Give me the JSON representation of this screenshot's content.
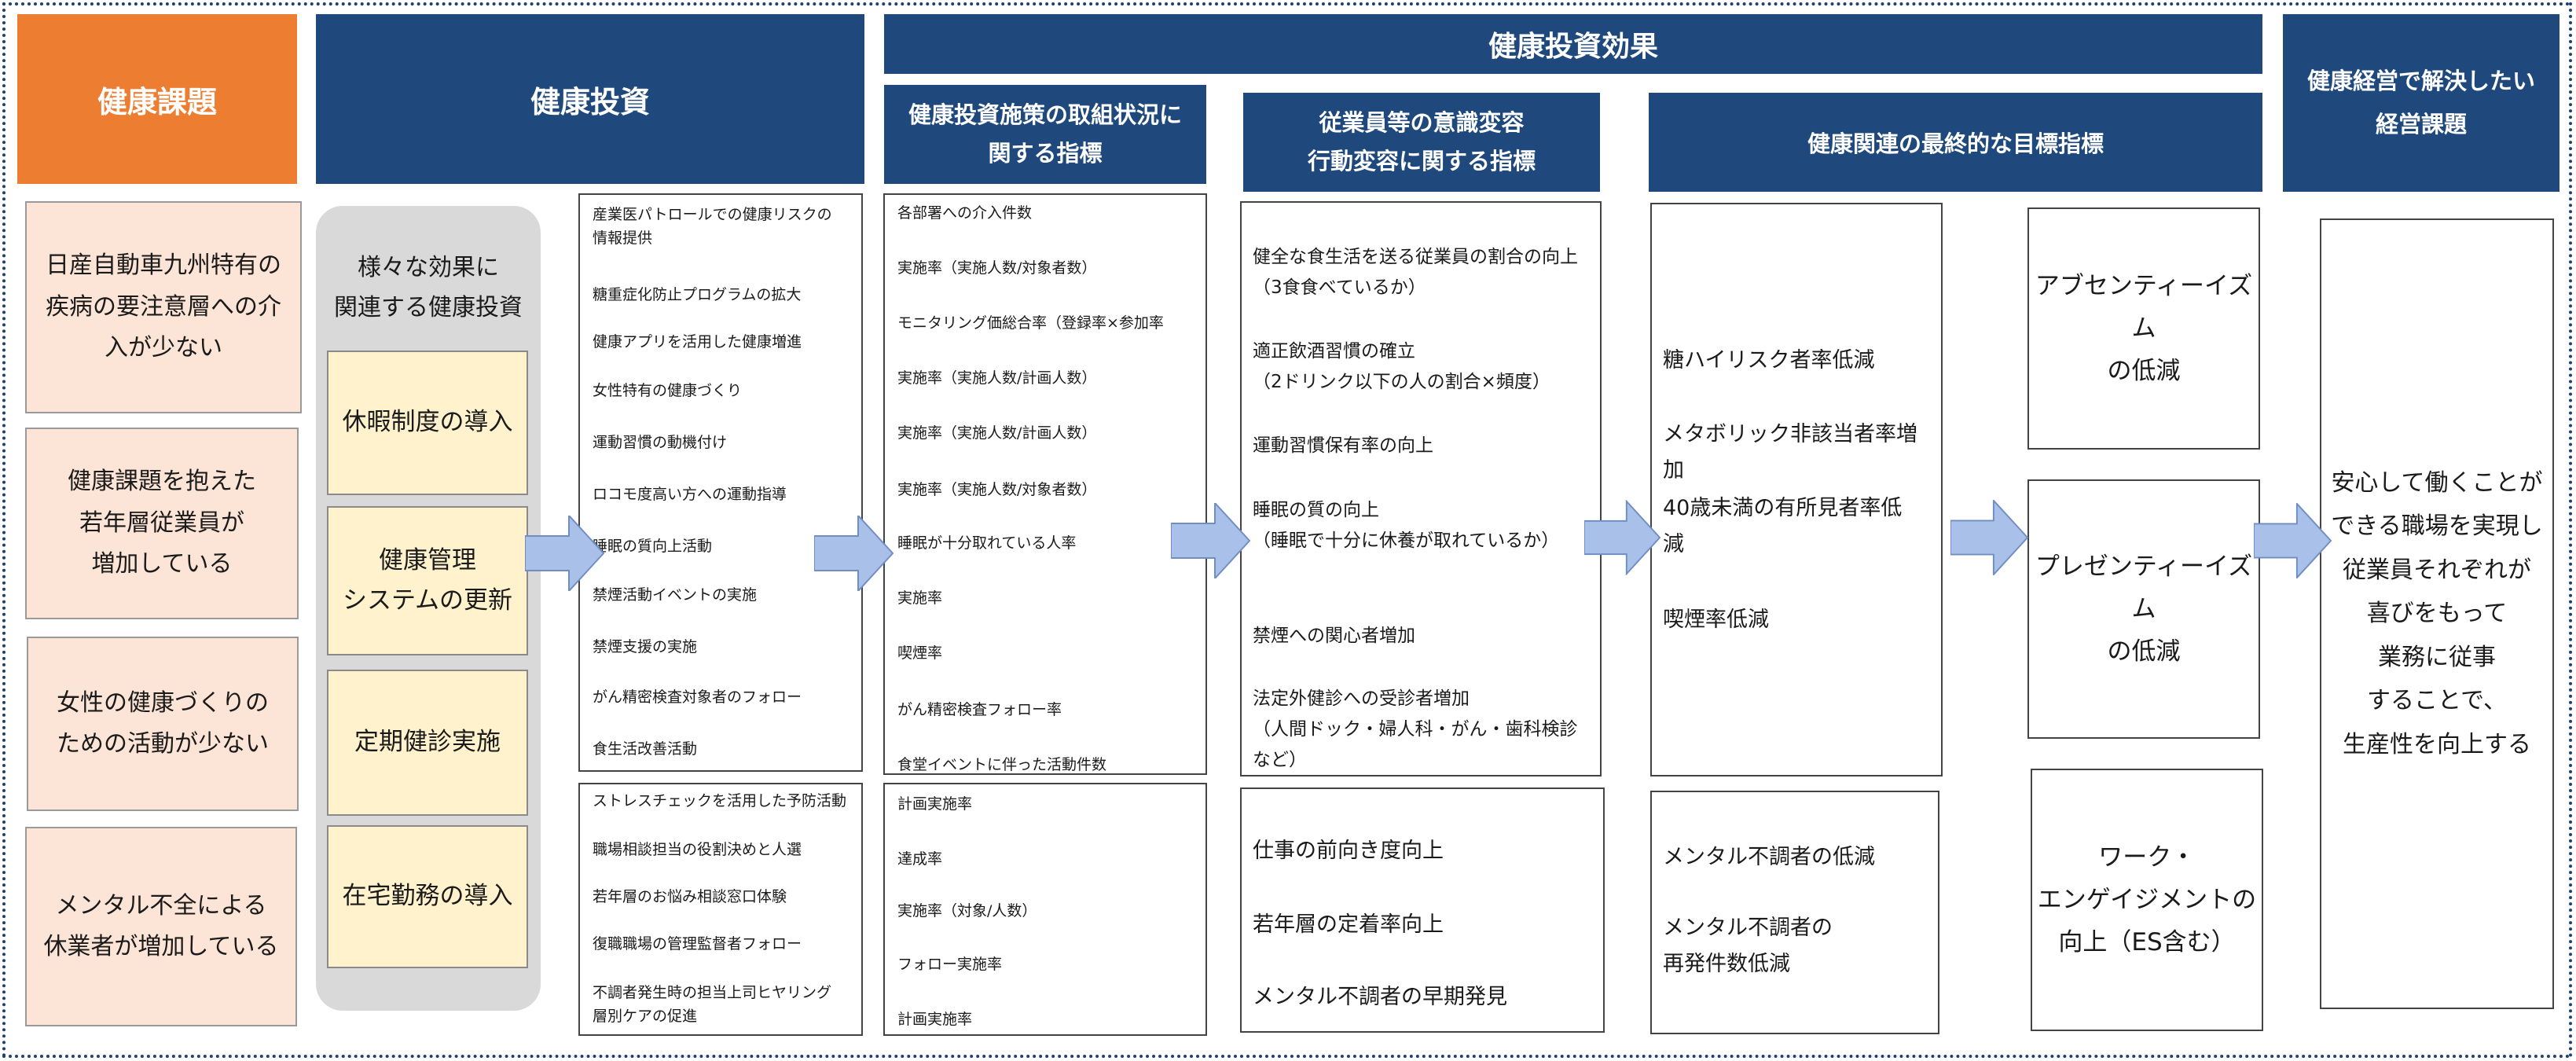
{
  "headers": {
    "issues": "健康課題",
    "investment": "健康投資",
    "effect": "健康投資効果",
    "effect_sub1": "健康投資施策の取組状況に\n関する指標",
    "effect_sub2": "従業員等の意識変容\n行動変容に関する指標",
    "effect_sub3": "健康関連の最終的な目標指標",
    "management": "健康経営で解決したい\n経営課題"
  },
  "issues": [
    "日産自動車九州特有の\n疾病の要注意層への介\n入が少ない",
    "健康課題を抱えた\n若年層従業員が\n増加している",
    "女性の健康づくりの\nための活動が少ない",
    "メンタル不全による\n休業者が増加している"
  ],
  "investment_group_label": "様々な効果に\n関連する健康投資",
  "investment_items": [
    "休暇制度の導入",
    "健康管理\nシステムの更新",
    "定期健診実施",
    "在宅勤務の導入"
  ],
  "measures_upper": [
    "産業医パトロールでの健康リスクの\n情報提供",
    "糖重症化防止プログラムの拡大",
    "健康アプリを活用した健康増進",
    "女性特有の健康づくり",
    "運動習慣の動機付け",
    "ロコモ度高い方への運動指導",
    "睡眠の質向上活動",
    "禁煙活動イベントの実施",
    "禁煙支援の実施",
    "がん精密検査対象者のフォロー",
    "食生活改善活動"
  ],
  "measures_lower": [
    "ストレスチェックを活用した予防活動",
    "職場相談担当の役割決めと人選",
    "若年層のお悩み相談窓口体験",
    "復職職場の管理監督者フォロー",
    "不調者発生時の担当上司ヒヤリング\n層別ケアの促進"
  ],
  "indicators_upper": [
    "各部署への介入件数",
    "実施率（実施人数/対象者数）",
    "モニタリング価総合率（登録率×参加率",
    "実施率（実施人数/計画人数）",
    "実施率（実施人数/計画人数）",
    "実施率（実施人数/対象者数）",
    "睡眠が十分取れている人率",
    "実施率",
    "喫煙率",
    "がん精密検査フォロー率",
    "食堂イベントに伴った活動件数"
  ],
  "indicators_lower": [
    "計画実施率",
    "達成率",
    "実施率（対象/人数）",
    "フォロー実施率",
    "計画実施率"
  ],
  "awareness_upper": [
    "健全な食生活を送る従業員の割合の向上\n（3食食べているか）",
    "適正飲酒習慣の確立\n（2ドリンク以下の人の割合×頻度）",
    "運動習慣保有率の向上",
    "睡眠の質の向上\n（睡眠で十分に休養が取れているか）",
    "禁煙への関心者増加",
    "法定外健診への受診者増加\n（人間ドック・婦人科・がん・歯科検診など）"
  ],
  "awareness_lower": [
    "仕事の前向き度向上",
    "若年層の定着率向上",
    "メンタル不調者の早期発見"
  ],
  "final_upper": [
    "糖ハイリスク者率低減",
    "メタボリック非該当者率増加",
    "40歳未満の有所見者率低\n減",
    "喫煙率低減"
  ],
  "final_lower": [
    "メンタル不調者の低減",
    "メンタル不調者の\n再発件数低減"
  ],
  "outcomes": [
    "アブセンティーイズム\nの低減",
    "プレゼンティーイズム\nの低減",
    "ワーク・\nエンゲイジメントの\n向上（ES含む）"
  ],
  "management_goal": "安心して働くことが\nできる職場を実現し\n従業員それぞれが\n喜びをもって\n業務に従事\nすることで、\n生産性を向上する",
  "colors": {
    "header_blue": "#1f497d",
    "header_orange": "#ed7d31",
    "issue_fill": "#fce4d6",
    "investment_fill": "#fff2cc",
    "band_grey": "#d9d9d9",
    "arrow_fill": "#a9c0e8"
  }
}
